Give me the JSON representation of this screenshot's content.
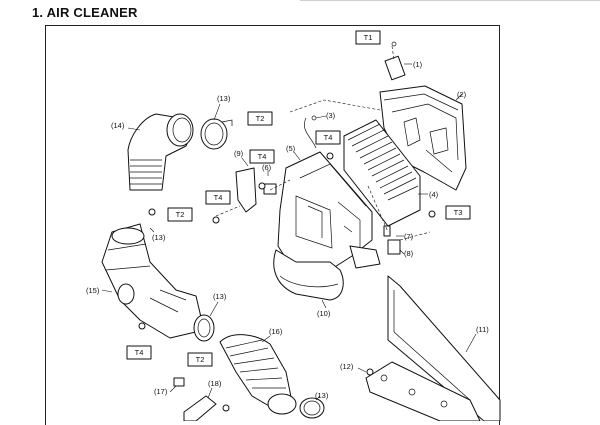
{
  "header": {
    "title": "1.  AIR CLEANER"
  },
  "part_labels": {
    "p1": "(1)",
    "p2": "(2)",
    "p3": "(3)",
    "p4": "(4)",
    "p5": "(5)",
    "p6": "(6)",
    "p7": "(7)",
    "p8": "(8)",
    "p9": "(9)",
    "p10": "(10)",
    "p11": "(11)",
    "p12": "(12)",
    "p13a": "(13)",
    "p13b": "(13)",
    "p13c": "(13)",
    "p13d": "(13)",
    "p14": "(14)",
    "p15": "(15)",
    "p16": "(16)",
    "p17": "(17)",
    "p18": "(18)"
  },
  "torque_labels": {
    "t1": "T1",
    "t2a": "T2",
    "t2b": "T2",
    "t2c": "T2",
    "t3": "T3",
    "t4a": "T4",
    "t4b": "T4",
    "t4c": "T4",
    "t4d": "T4"
  }
}
